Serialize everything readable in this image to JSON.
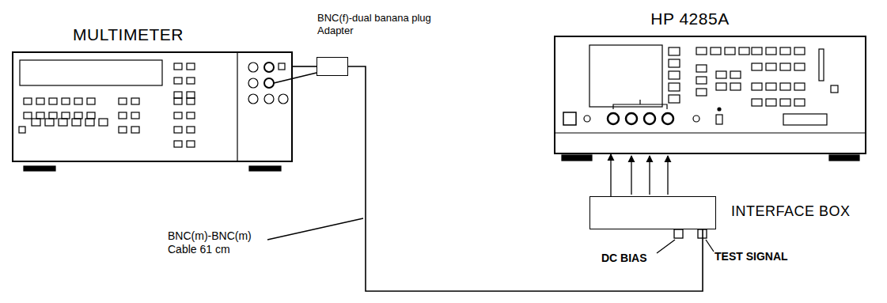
{
  "diagram": {
    "nodes": [
      {
        "text": [
          "MULTIMETER"
        ]
      },
      {
        "text": [
          "BNC(f)-dual banana plug Adapter"
        ]
      },
      {
        "text": [
          "HP 4285A"
        ]
      },
      {
        "text": [
          "INTERFACE BOX"
        ]
      }
    ],
    "edges": [
      {
        "from": 0,
        "to": 1,
        "arrow": "none"
      },
      {
        "from": 1,
        "to": 3,
        "arrow": "none"
      },
      {
        "from": 3,
        "to": 2,
        "arrow": "to"
      }
    ],
    "labels": [
      "BNC(m)-BNC(m) Cable 61 cm",
      "DC BIAS",
      "TEST SIGNAL"
    ]
  }
}
